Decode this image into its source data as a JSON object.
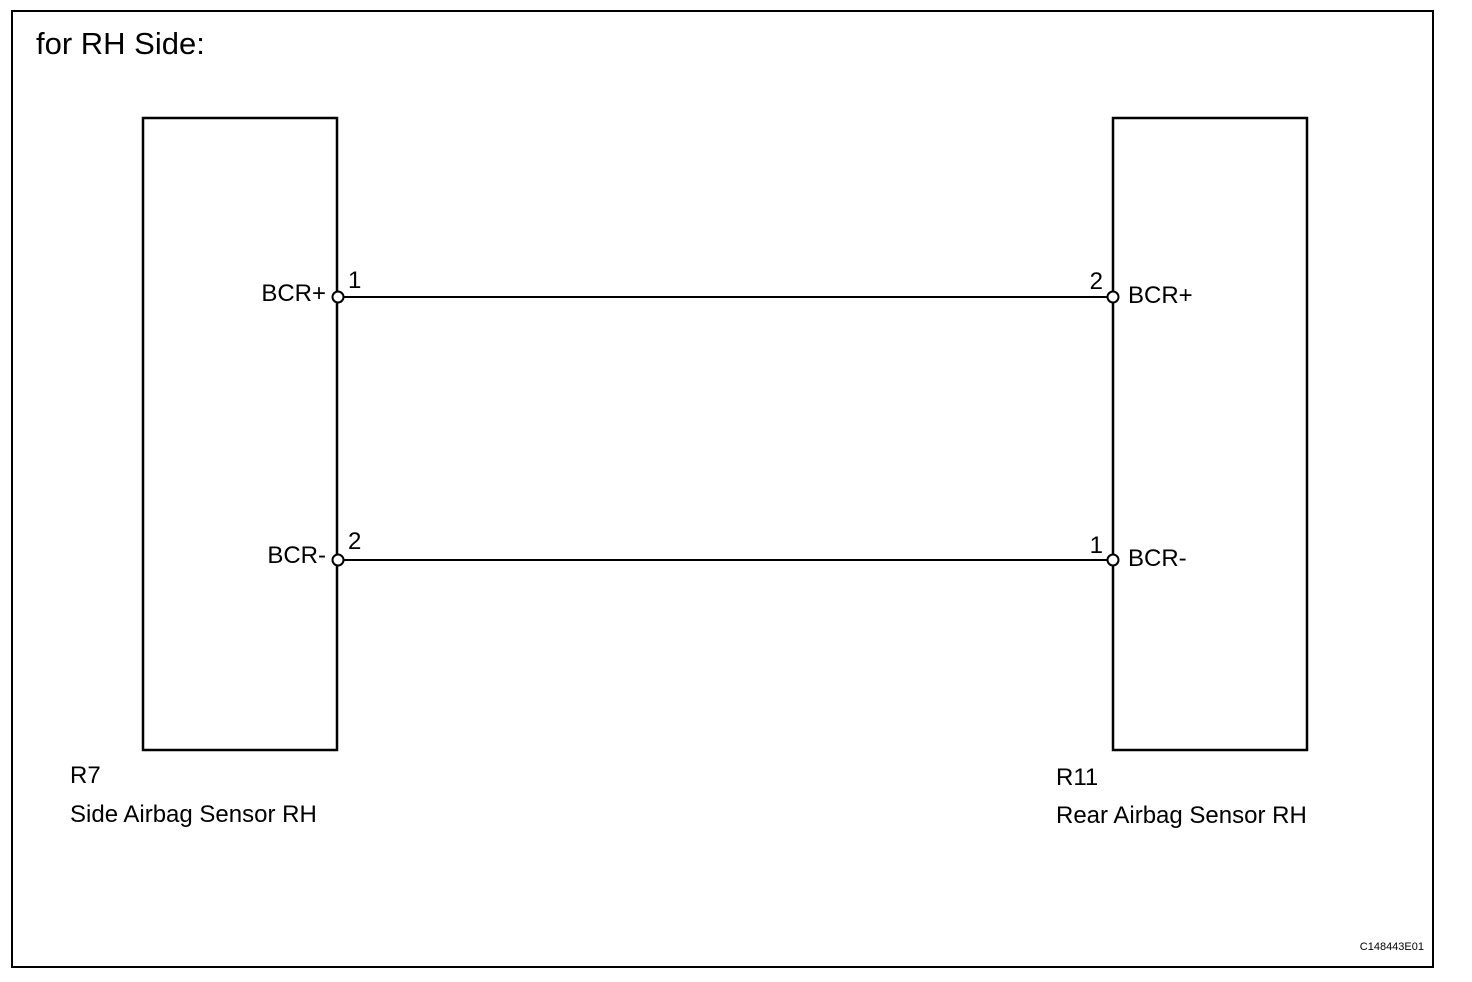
{
  "title": "for RH Side:",
  "figure_id": "C148443E01",
  "colors": {
    "line": "#000000",
    "background": "#ffffff"
  },
  "components": {
    "left": {
      "code": "R7",
      "name": "Side Airbag Sensor RH",
      "pins": [
        {
          "label": "BCR+",
          "number": "1"
        },
        {
          "label": "BCR-",
          "number": "2"
        }
      ]
    },
    "right": {
      "code": "R11",
      "name": "Rear Airbag Sensor RH",
      "pins": [
        {
          "label": "BCR+",
          "number": "2"
        },
        {
          "label": "BCR-",
          "number": "1"
        }
      ]
    }
  }
}
